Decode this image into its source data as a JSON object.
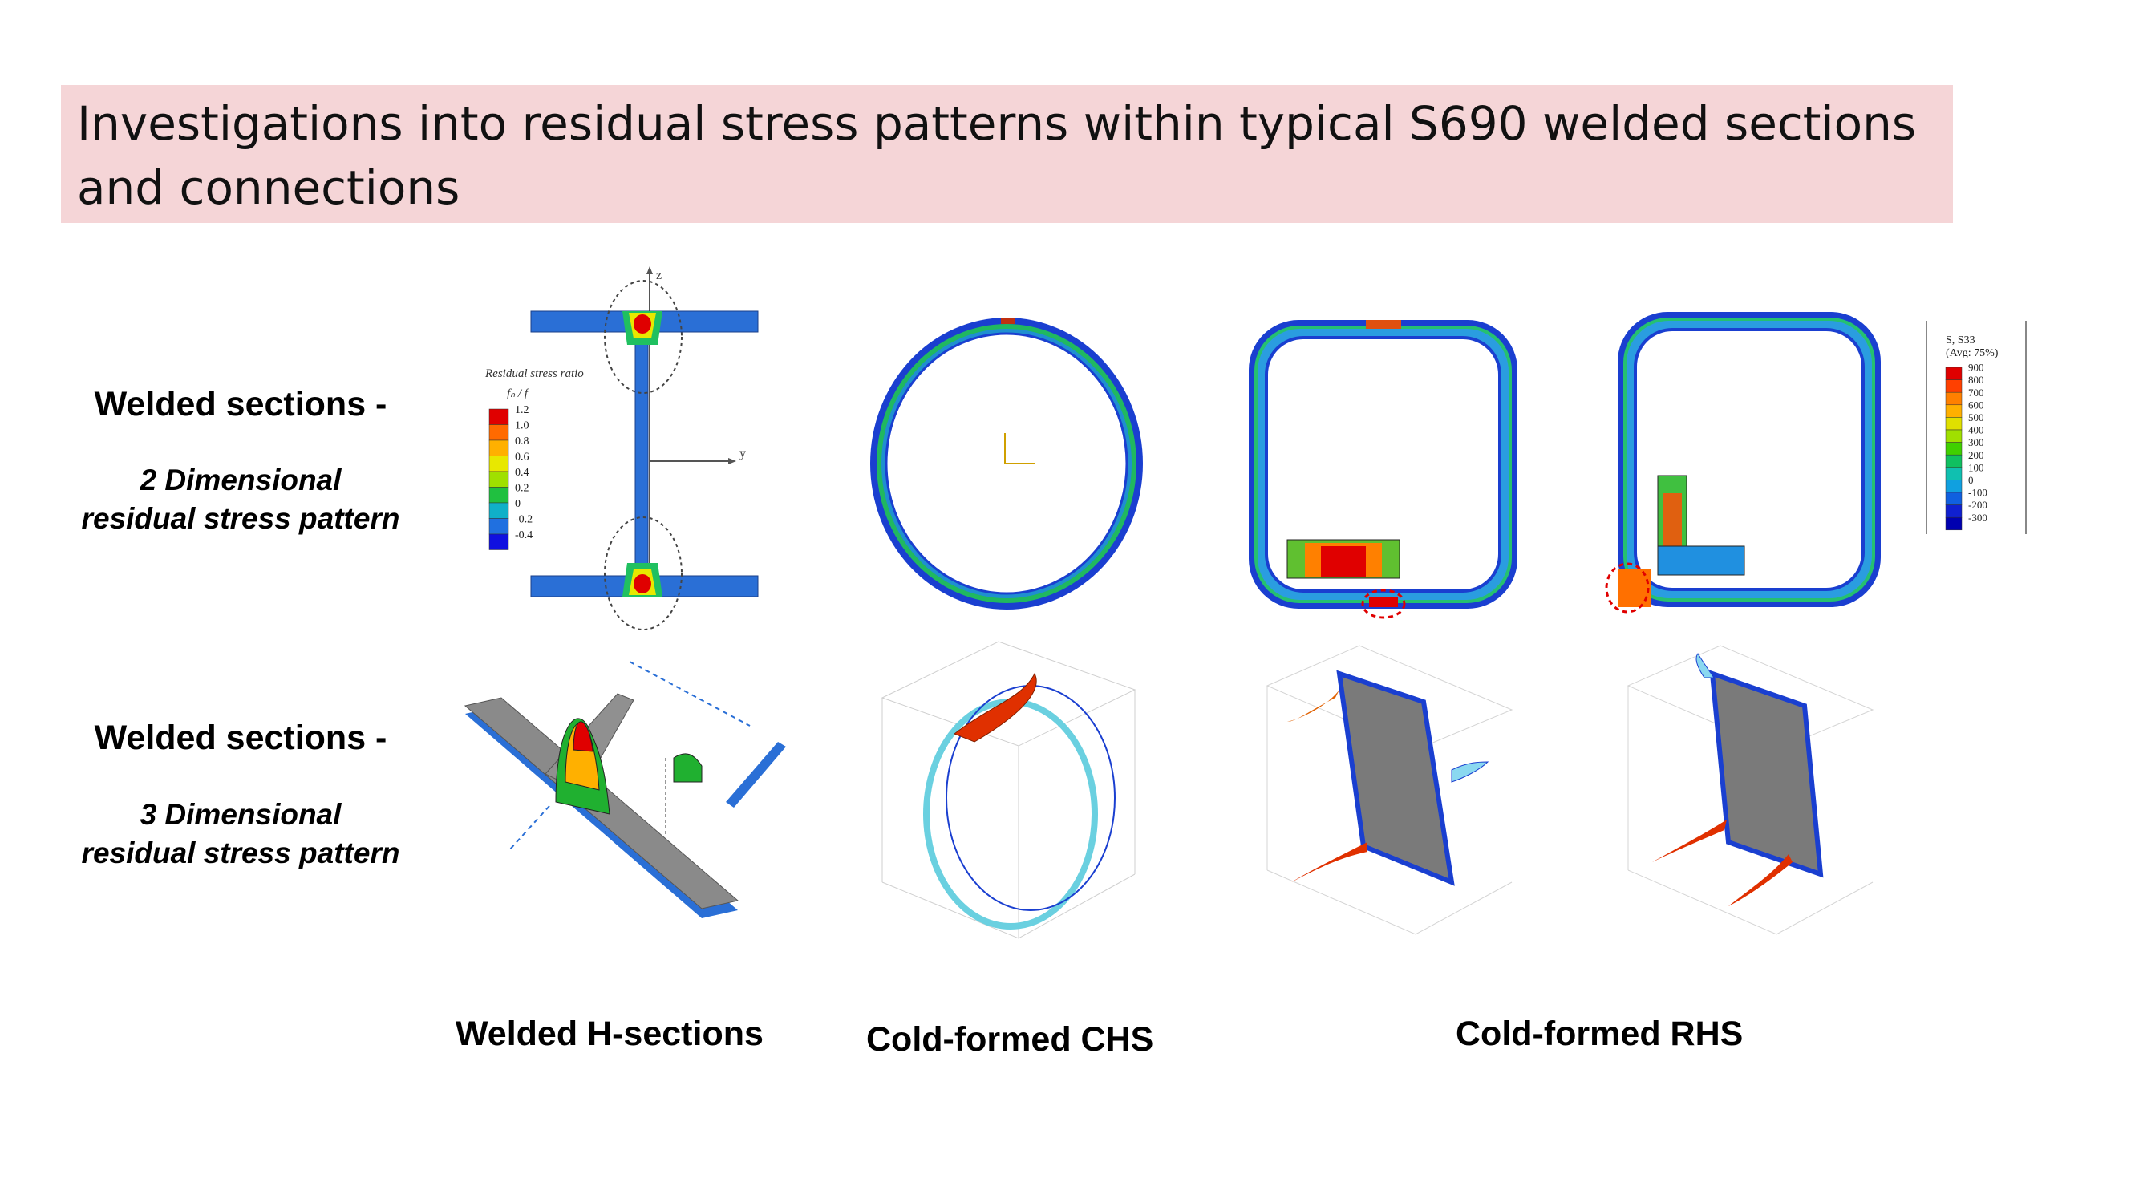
{
  "header": {
    "title": "Investigations into residual stress patterns within typical S690 welded sections and connections"
  },
  "rows": [
    {
      "heading": "Welded sections -",
      "subtitle_line1": "2 Dimensional",
      "subtitle_line2": "residual stress pattern"
    },
    {
      "heading": "Welded sections -",
      "subtitle_line1": "3 Dimensional",
      "subtitle_line2": "residual stress pattern"
    }
  ],
  "captions": {
    "h_section": "Welded H-sections",
    "chs": "Cold-formed CHS",
    "rhs": "Cold-formed RHS"
  },
  "h_legend": {
    "title": "Residual stress ratio",
    "symbol": "fₙ / f",
    "values": [
      "1.2",
      "1.0",
      "0.8",
      "0.6",
      "0.4",
      "0.2",
      "0",
      "-0.2",
      "-0.4"
    ],
    "colors": [
      "#e00000",
      "#ff6a00",
      "#ffb000",
      "#e8e800",
      "#a0e000",
      "#20c040",
      "#10b0c8",
      "#2070e0",
      "#1010e0"
    ]
  },
  "s33_legend": {
    "title": "S, S33",
    "subtitle": "(Avg: 75%)",
    "values": [
      "900",
      "800",
      "700",
      "600",
      "500",
      "400",
      "300",
      "200",
      "100",
      "0",
      "-100",
      "-200",
      "-300"
    ],
    "colors": [
      "#e00000",
      "#ff4000",
      "#ff8000",
      "#ffb000",
      "#e0e000",
      "#a0e000",
      "#40d000",
      "#10c060",
      "#10c0b0",
      "#10a0e0",
      "#1060e0",
      "#1020d0",
      "#0000b0"
    ]
  },
  "axes": {
    "z": "z",
    "y": "y"
  },
  "colors": {
    "steel_blue": "#2a6fd6",
    "hot_red": "#e00000",
    "title_band": "#f5d5d7"
  }
}
